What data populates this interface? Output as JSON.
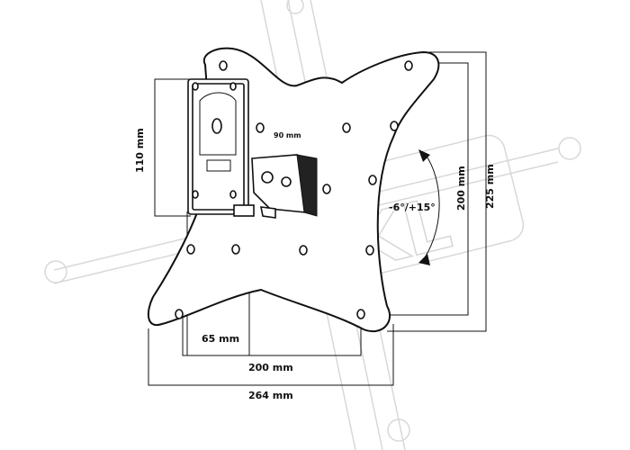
{
  "watermark": {
    "text": "KKL"
  },
  "dimensions": {
    "width_110": "110 mm",
    "width_90": "90 mm",
    "height_200": "200 mm",
    "height_225": "225 mm",
    "tilt": "-6°/+15°",
    "bottom_65": "65 mm",
    "bottom_200": "200 mm",
    "bottom_264": "264 mm"
  }
}
